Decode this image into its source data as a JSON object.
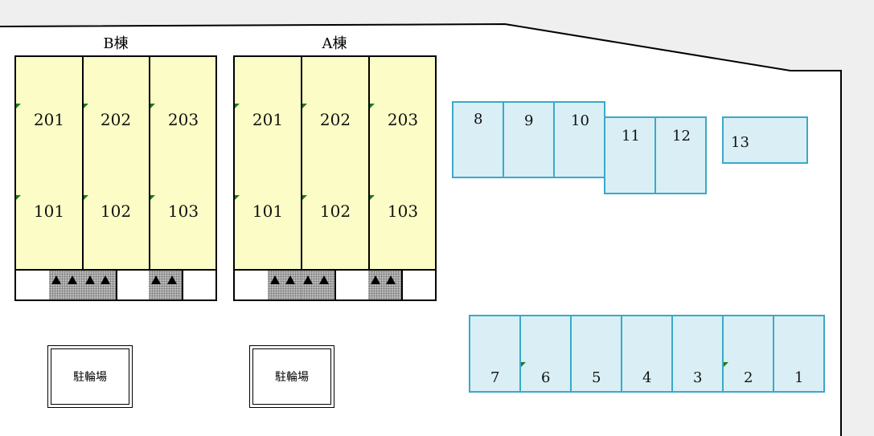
{
  "buildings": {
    "b": {
      "title": "B棟",
      "upper": [
        "201",
        "202",
        "203"
      ],
      "lower": [
        "101",
        "102",
        "103"
      ],
      "bike_parking": "駐輪場"
    },
    "a": {
      "title": "A棟",
      "upper": [
        "201",
        "202",
        "203"
      ],
      "lower": [
        "101",
        "102",
        "103"
      ],
      "bike_parking": "駐輪場"
    }
  },
  "parking": {
    "upper_row": [
      "8",
      "9",
      "10"
    ],
    "middle_row": [
      "11",
      "12"
    ],
    "single": "13",
    "lower_row": [
      "7",
      "6",
      "5",
      "4",
      "3",
      "2",
      "1"
    ]
  },
  "colors": {
    "building_fill": "#fcfcc6",
    "parking_fill": "#d9eff5",
    "parking_border": "#3aa9c9",
    "stair_fill": "#b9b9b9"
  }
}
